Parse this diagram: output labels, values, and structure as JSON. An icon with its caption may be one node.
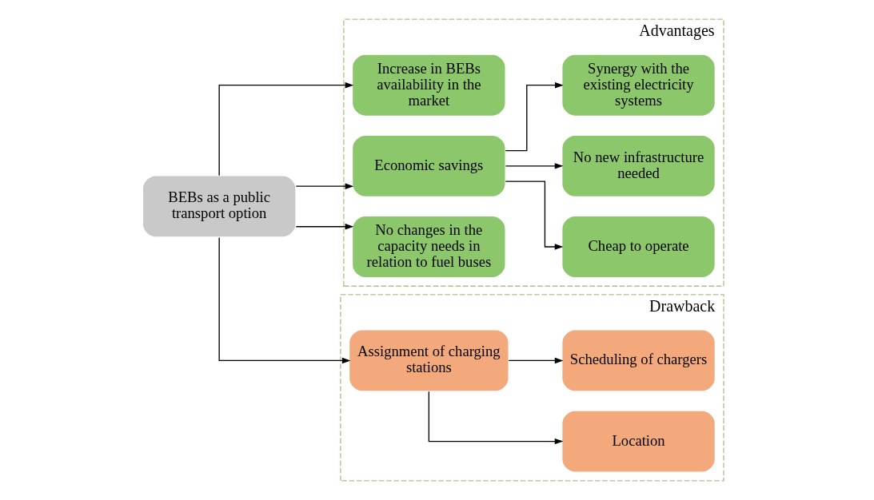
{
  "diagram": {
    "nodes": [
      {
        "text": [
          "BEBs as a public transport option"
        ]
      },
      {
        "text": [
          "Advantages"
        ]
      },
      {
        "text": [
          "Increase in BEBs availability in the market"
        ],
        "in": 1
      },
      {
        "text": [
          "Economic savings"
        ],
        "in": 1
      },
      {
        "text": [
          "No changes in the capacity needs in relation to fuel buses"
        ],
        "in": 1
      },
      {
        "text": [
          "Cheap to operate"
        ],
        "in": 1
      },
      {
        "text": [
          "No new infrastructure needed"
        ],
        "in": 1
      },
      {
        "text": [
          "Synergy with the existing electricity systems"
        ],
        "in": 1
      },
      {
        "text": [
          "Drawback"
        ]
      },
      {
        "text": [
          "Assignment of charging stations"
        ],
        "in": 8
      },
      {
        "text": [
          "Location"
        ],
        "in": 8
      },
      {
        "text": [
          "Scheduling of chargers"
        ],
        "in": 8
      }
    ],
    "edges": [
      {
        "from": 0,
        "to": 2,
        "arrow": "to"
      },
      {
        "from": 0,
        "to": 3,
        "arrow": "to"
      },
      {
        "from": 0,
        "to": 4,
        "arrow": "to"
      },
      {
        "from": 0,
        "to": 9,
        "arrow": "to"
      },
      {
        "from": 3,
        "to": 5,
        "arrow": "to"
      },
      {
        "from": 3,
        "to": 6,
        "arrow": "to"
      },
      {
        "from": 3,
        "to": 7,
        "arrow": "to"
      },
      {
        "from": 9,
        "to": 10,
        "arrow": "to"
      },
      {
        "from": 9,
        "to": 11,
        "arrow": "to"
      }
    ]
  }
}
